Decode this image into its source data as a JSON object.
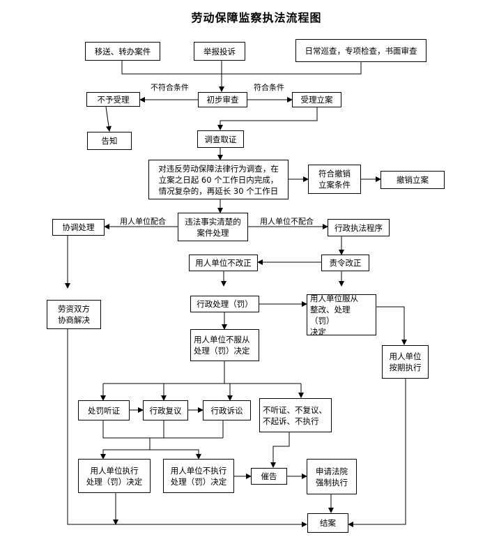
{
  "title": "劳动保障监察执法流程图",
  "nodes": {
    "transfer": "移送、转办案件",
    "report": "举报投诉",
    "inspect": "日常巡查，专项检查，书面审查",
    "reject": "不予受理",
    "initial": "初步审查",
    "accept": "受理立案",
    "notify": "告知",
    "investigate": "调查取证",
    "violation_desc": "对违反劳动保障法律行为调查，在\n立案之日起 60 个工作日内完成，\n情况复杂的，再延长 30 个工作日",
    "revoke_cond": "符合撤销\n立案条件",
    "revoke": "撤销立案",
    "coordinate": "协调处理",
    "facts_clear": "违法事实清楚的\n案件处理",
    "admin_proc": "行政执法程序",
    "not_correct": "用人单位不改正",
    "order_correct": "责令改正",
    "labor_resolve": "劳资双方\n协商解决",
    "admin_penalty": "行政处理（罚）",
    "comply": "用人单位服从\n整改、处理（罚）\n决定",
    "disagree": "用人单位不服从\n处理（罚）决定",
    "execute_deadline": "用人单位\n按期执行",
    "hearing": "处罚听证",
    "review": "行政复议",
    "lawsuit": "行政诉讼",
    "none": "不听证、不复议、\n不起诉、不执行",
    "executes": "用人单位执行\n处理（罚）决定",
    "not_execute": "用人单位不执行\n处理（罚）决定",
    "urge": "催告",
    "court": "申请法院\n强制执行",
    "close": "结案"
  },
  "labels": {
    "not_meet": "不符合条件",
    "meet": "符合条件",
    "employer_coop": "用人单位配合",
    "employer_noncoop": "用人单位不配合"
  }
}
